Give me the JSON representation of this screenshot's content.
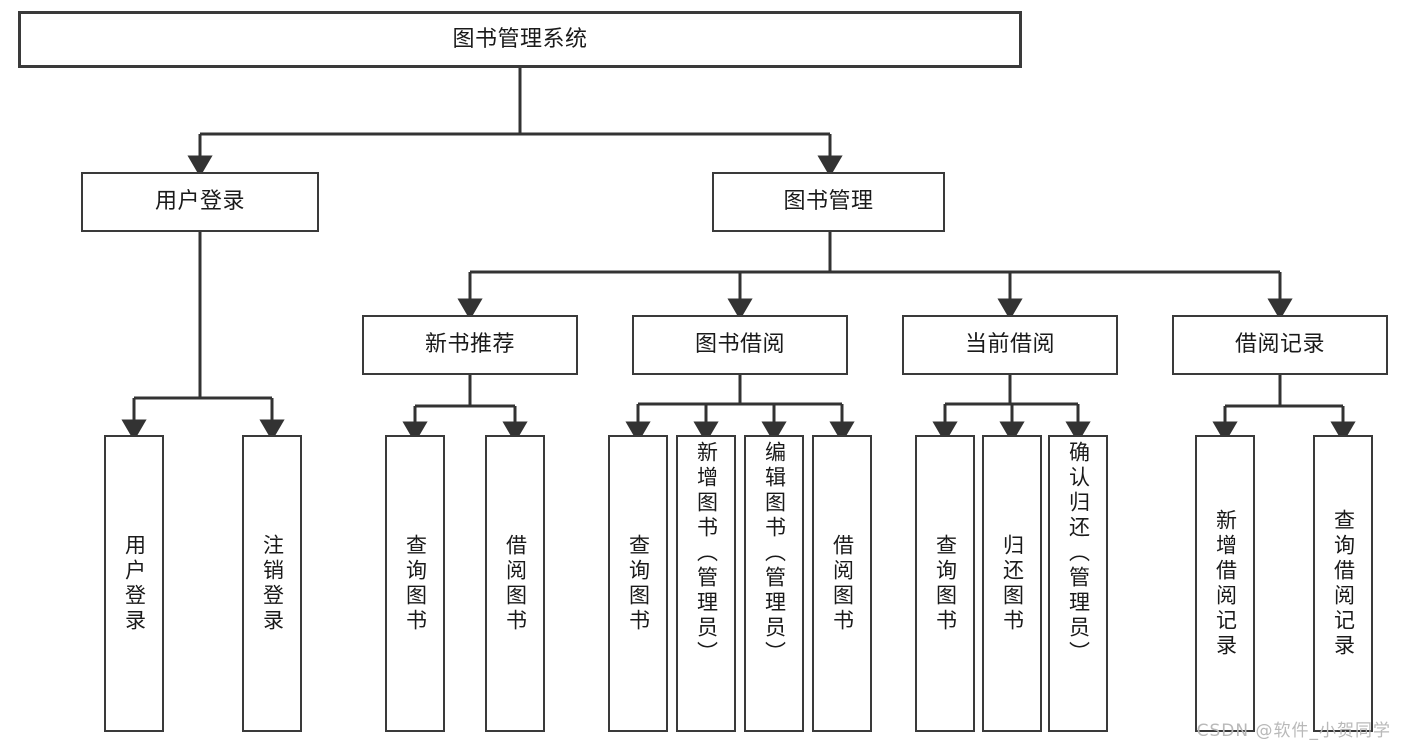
{
  "diagram": {
    "title": "图书管理系统",
    "type": "tree-hierarchy",
    "orientation": "top-down",
    "colors": {
      "box_border": "#3a3a3a",
      "box_fill": "#ffffff",
      "connector": "#333333",
      "text": "#1a1a1a",
      "watermark": "#b9b9b9",
      "background": "#ffffff"
    },
    "root": {
      "label": "图书管理系统"
    },
    "level2": [
      {
        "label": "用户登录"
      },
      {
        "label": "图书管理"
      }
    ],
    "level3": [
      {
        "label": "新书推荐"
      },
      {
        "label": "图书借阅"
      },
      {
        "label": "当前借阅"
      },
      {
        "label": "借阅记录"
      }
    ],
    "leaves": {
      "user_login": [
        {
          "label": "用户登录"
        },
        {
          "label": "注销登录"
        }
      ],
      "new_book_recommend": [
        {
          "label": "查询图书"
        },
        {
          "label": "借阅图书"
        }
      ],
      "book_borrow": [
        {
          "label": "查询图书"
        },
        {
          "label": "新增图书（管理员）"
        },
        {
          "label": "编辑图书（管理员）"
        },
        {
          "label": "借阅图书"
        }
      ],
      "current_borrow": [
        {
          "label": "查询图书"
        },
        {
          "label": "归还图书"
        },
        {
          "label": "确认归还（管理员）"
        }
      ],
      "borrow_record": [
        {
          "label": "新增借阅记录"
        },
        {
          "label": "查询借阅记录"
        }
      ]
    }
  },
  "watermark": {
    "text": "CSDN @软件_小贺同学"
  }
}
